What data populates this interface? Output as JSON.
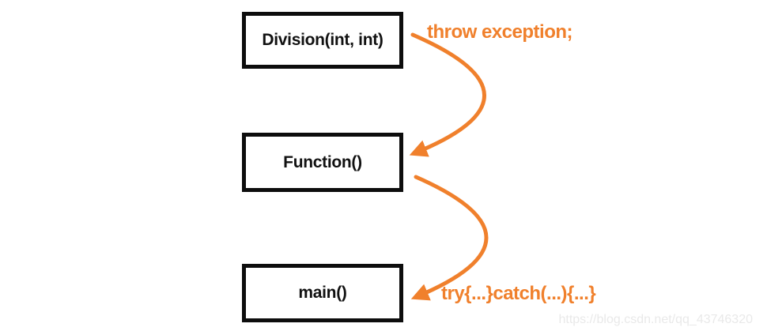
{
  "diagram": {
    "boxes": [
      {
        "id": "division",
        "label": "Division(int, int)"
      },
      {
        "id": "function",
        "label": "Function()"
      },
      {
        "id": "main",
        "label": "main()"
      }
    ],
    "annotations": {
      "throw_label": "throw exception;",
      "try_catch_label": "try{...}catch(...){...}"
    },
    "arrows": [
      {
        "name": "throw-to-function",
        "from": "Division(int, int)",
        "to": "Function()"
      },
      {
        "name": "propagate-to-main",
        "from": "Function()",
        "to": "main()"
      }
    ],
    "watermark": "https://blog.csdn.net/qq_43746320",
    "colors": {
      "accent": "#F0802C",
      "box_border": "#0D0D0D",
      "box_fill": "#FFFFFF",
      "watermark": "#E9E9E9",
      "background": "#FFFFFF"
    }
  }
}
